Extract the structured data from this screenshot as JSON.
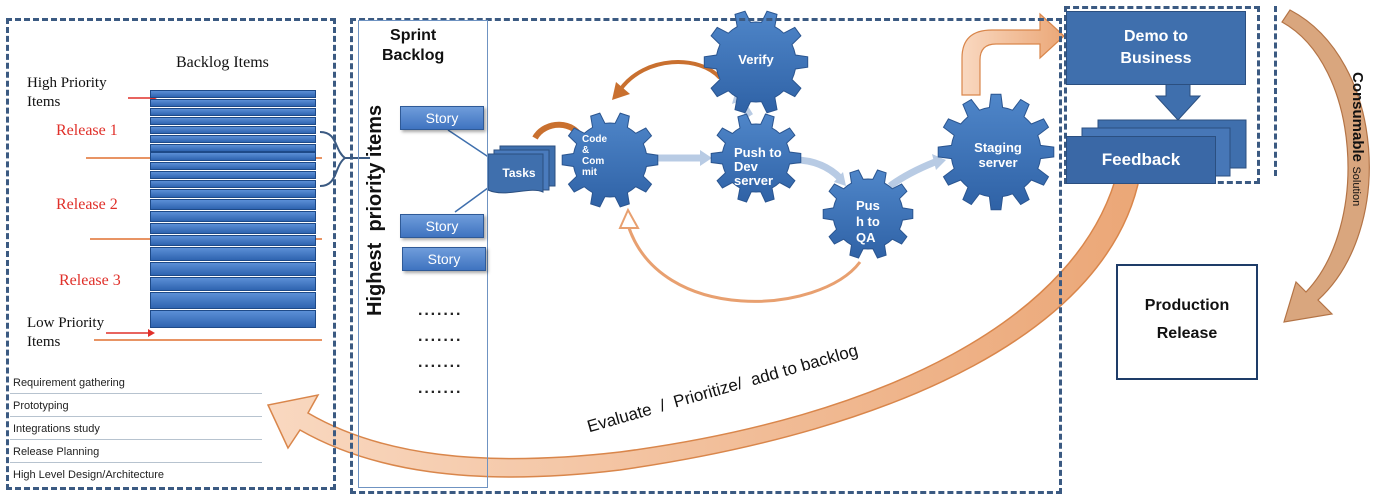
{
  "backlog": {
    "title": "Backlog Items",
    "high_priority": "High Priority\nItems",
    "low_priority": "Low Priority\nItems",
    "releases": [
      "Release 1",
      "Release 2",
      "Release 3"
    ],
    "activities": [
      "Requirement gathering",
      "Prototyping",
      "Integrations study",
      "Release Planning",
      "High Level Design/Architecture"
    ]
  },
  "sprint": {
    "title": "Sprint\nBacklog",
    "vertical_label": "Highest  priority items",
    "stories": [
      "Story",
      "Story",
      "Story"
    ],
    "dots": [
      "·······",
      "·······",
      "·······",
      "·······"
    ]
  },
  "flow": {
    "tasks": "Tasks",
    "gears": {
      "code_commit": "Code\n&\nCom\nmit",
      "verify": "Verify",
      "push_dev": "Push to\nDev\nserver",
      "push_qa": "Pus\nh to\nQA",
      "staging": "Staging\nserver"
    },
    "evaluate": "Evaluate  /  Prioritize/  add to backlog"
  },
  "consumable": {
    "demo": "Demo to\nBusiness",
    "feedback": "Feedback",
    "label_bold": "Consumable",
    "label_small": "Solution",
    "production": "Production\nRelease"
  },
  "colors": {
    "dash": "#3b5a82",
    "gear": "#3e74b5",
    "box": "#3f6fad",
    "arrow_fill": "#f5c6a5",
    "arrow_stroke": "#d9864b",
    "release_red": "#e0302a"
  }
}
